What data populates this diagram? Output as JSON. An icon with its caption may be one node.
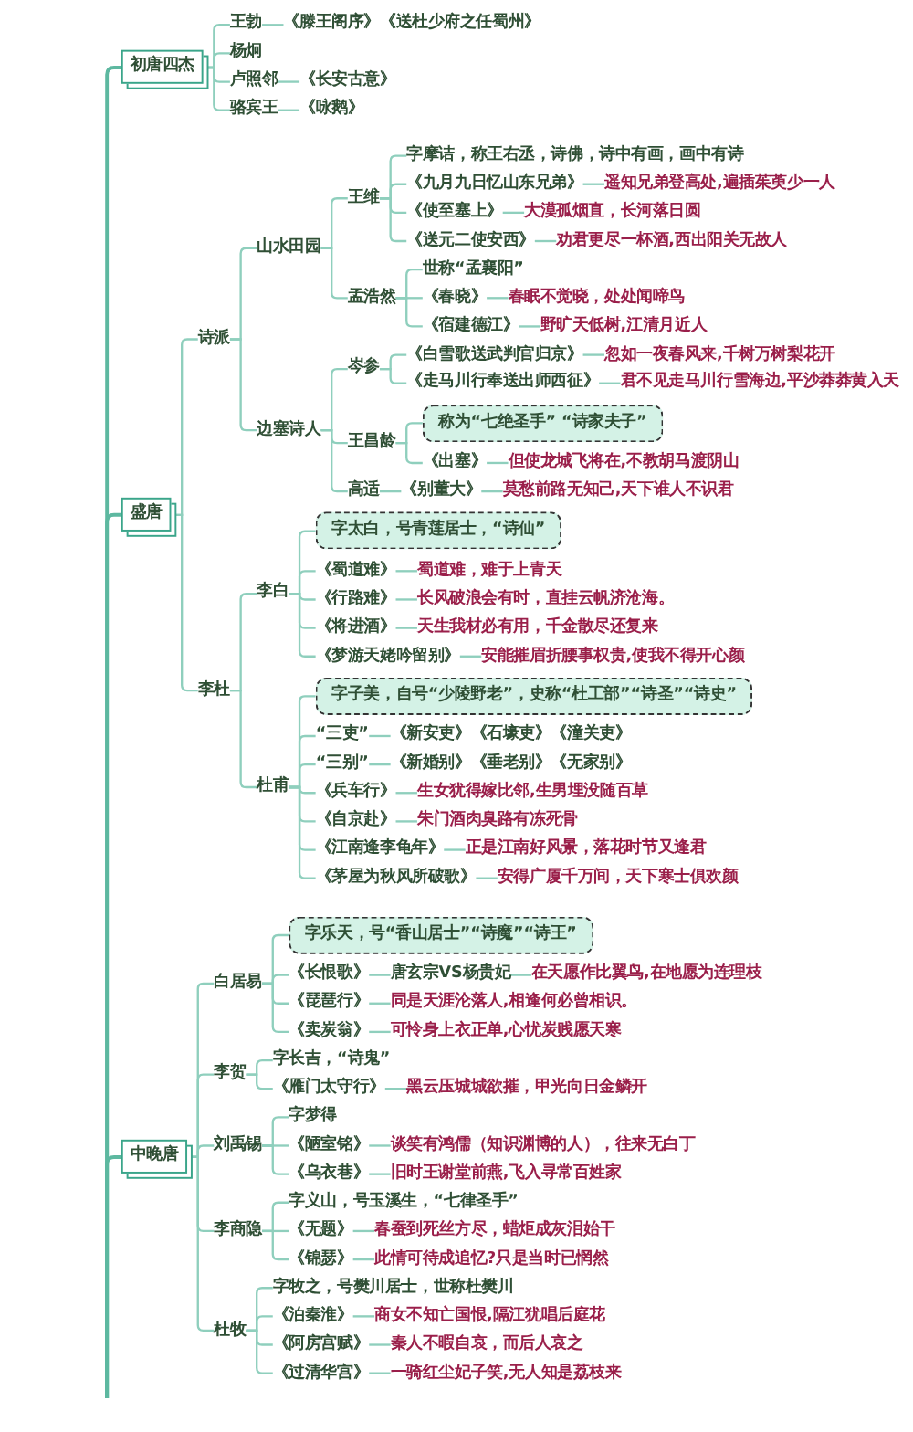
{
  "diagram": {
    "nodes": [
      {
        "text": [
          "初唐四杰"
        ]
      },
      {
        "text": [
          "王勃"
        ]
      },
      {
        "text": [
          "《滕王阁序》《送杜少府之任蜀州》"
        ]
      },
      {
        "text": [
          "杨炯"
        ]
      },
      {
        "text": [
          "卢照邻"
        ]
      },
      {
        "text": [
          "《长安古意》"
        ]
      },
      {
        "text": [
          "骆宾王"
        ]
      },
      {
        "text": [
          "《咏鹅》"
        ]
      },
      {
        "text": [
          "盛唐"
        ]
      },
      {
        "text": [
          "诗派"
        ]
      },
      {
        "text": [
          "山水田园"
        ]
      },
      {
        "text": [
          "王维"
        ]
      },
      {
        "text": [
          "字摩诘，称王右丞，诗佛，诗中有画，画中有诗"
        ]
      },
      {
        "text": [
          "《九月九日忆山东兄弟》"
        ]
      },
      {
        "text": [
          "遥知兄弟登高处,遍插茱萸少一人"
        ]
      },
      {
        "text": [
          "《使至塞上》"
        ]
      },
      {
        "text": [
          "大漠孤烟直，长河落日圆"
        ]
      },
      {
        "text": [
          "《送元二使安西》"
        ]
      },
      {
        "text": [
          "劝君更尽一杯酒,西出阳关无故人"
        ]
      },
      {
        "text": [
          "孟浩然"
        ]
      },
      {
        "text": [
          "世称“孟襄阳”"
        ]
      },
      {
        "text": [
          "《春晓》"
        ]
      },
      {
        "text": [
          "春眠不觉晓，处处闻啼鸟"
        ]
      },
      {
        "text": [
          "《宿建德江》"
        ]
      },
      {
        "text": [
          "野旷天低树,江清月近人"
        ]
      },
      {
        "text": [
          "边塞诗人"
        ]
      },
      {
        "text": [
          "岑参"
        ]
      },
      {
        "text": [
          "《白雪歌送武判官归京》"
        ]
      },
      {
        "text": [
          "忽如一夜春风来,千树万树梨花开"
        ]
      },
      {
        "text": [
          "《走马川行奉送出师西征》"
        ]
      },
      {
        "text": [
          "君不见走马川行雪海边,平沙莽莽黄入天"
        ]
      },
      {
        "text": [
          "王昌龄"
        ]
      },
      {
        "text": [
          "称为“七绝圣手” “诗家夫子”"
        ]
      },
      {
        "text": [
          "《出塞》"
        ]
      },
      {
        "text": [
          "但使龙城飞将在,不教胡马渡阴山"
        ]
      },
      {
        "text": [
          "高适"
        ]
      },
      {
        "text": [
          "《别董大》"
        ]
      },
      {
        "text": [
          "莫愁前路无知己,天下谁人不识君"
        ]
      },
      {
        "text": [
          "李杜"
        ]
      },
      {
        "text": [
          "李白"
        ]
      },
      {
        "text": [
          "字太白，号青莲居士，“诗仙”"
        ]
      },
      {
        "text": [
          "《蜀道难》"
        ]
      },
      {
        "text": [
          "蜀道难，难于上青天"
        ]
      },
      {
        "text": [
          "《行路难》"
        ]
      },
      {
        "text": [
          "长风破浪会有时，直挂云帆济沧海。"
        ]
      },
      {
        "text": [
          "《将进酒》"
        ]
      },
      {
        "text": [
          "天生我材必有用，千金散尽还复来"
        ]
      },
      {
        "text": [
          "《梦游天姥吟留别》"
        ]
      },
      {
        "text": [
          "安能摧眉折腰事权贵,使我不得开心颜"
        ]
      },
      {
        "text": [
          "杜甫"
        ]
      },
      {
        "text": [
          "字子美，自号“少陵野老”，史称“杜工部”“诗圣”“诗史”"
        ]
      },
      {
        "text": [
          "“三吏”"
        ]
      },
      {
        "text": [
          "《新安吏》《石壕吏》《潼关吏》"
        ]
      },
      {
        "text": [
          "“三别”"
        ]
      },
      {
        "text": [
          "《新婚别》《垂老别》《无家别》"
        ]
      },
      {
        "text": [
          "《兵车行》"
        ]
      },
      {
        "text": [
          "生女犹得嫁比邻,生男埋没随百草"
        ]
      },
      {
        "text": [
          "《自京赴》"
        ]
      },
      {
        "text": [
          "朱门酒肉臭路有冻死骨"
        ]
      },
      {
        "text": [
          "《江南逢李龟年》"
        ]
      },
      {
        "text": [
          "正是江南好风景，落花时节又逢君"
        ]
      },
      {
        "text": [
          "《茅屋为秋风所破歌》"
        ]
      },
      {
        "text": [
          "安得广厦千万间，天下寒士俱欢颜"
        ]
      },
      {
        "text": [
          "中晚唐"
        ]
      },
      {
        "text": [
          "白居易"
        ]
      },
      {
        "text": [
          "字乐天，号“香山居士”“诗魔”“诗王”"
        ]
      },
      {
        "text": [
          "《长恨歌》"
        ]
      },
      {
        "text": [
          "唐玄宗VS杨贵妃"
        ]
      },
      {
        "text": [
          "在天愿作比翼鸟,在地愿为连理枝"
        ]
      },
      {
        "text": [
          "《琵琶行》"
        ]
      },
      {
        "text": [
          "同是天涯沦落人,相逢何必曾相识。"
        ]
      },
      {
        "text": [
          "《卖炭翁》"
        ]
      },
      {
        "text": [
          "可怜身上衣正单,心忧炭贱愿天寒"
        ]
      },
      {
        "text": [
          "李贺"
        ]
      },
      {
        "text": [
          "字长吉，“诗鬼”"
        ]
      },
      {
        "text": [
          "《雁门太守行》"
        ]
      },
      {
        "text": [
          "黑云压城城欲摧，甲光向日金鳞开"
        ]
      },
      {
        "text": [
          "刘禹锡"
        ]
      },
      {
        "text": [
          "字梦得"
        ]
      },
      {
        "text": [
          "《陋室铭》"
        ]
      },
      {
        "text": [
          "谈笑有鸿儒（知识渊博的人），往来无白丁"
        ]
      },
      {
        "text": [
          "《乌衣巷》"
        ]
      },
      {
        "text": [
          "旧时王谢堂前燕,飞入寻常百姓家"
        ]
      },
      {
        "text": [
          "李商隐"
        ]
      },
      {
        "text": [
          "字义山，号玉溪生，“七律圣手”"
        ]
      },
      {
        "text": [
          "《无题》"
        ]
      },
      {
        "text": [
          "春蚕到死丝方尽，蜡炬成灰泪始干"
        ]
      },
      {
        "text": [
          "《锦瑟》"
        ]
      },
      {
        "text": [
          "此情可待成追忆?只是当时已惘然"
        ]
      },
      {
        "text": [
          "杜牧"
        ]
      },
      {
        "text": [
          "字牧之，号樊川居士，世称杜樊川"
        ]
      },
      {
        "text": [
          "《泊秦淮》"
        ]
      },
      {
        "text": [
          "商女不知亡国恨,隔江犹唱后庭花"
        ]
      },
      {
        "text": [
          "《阿房宫赋》"
        ]
      },
      {
        "text": [
          "秦人不暇自哀，而后人哀之"
        ]
      },
      {
        "text": [
          "《过清华宫》"
        ]
      },
      {
        "text": [
          "一骑红尘妃子笑,无人知是荔枝来"
        ]
      }
    ],
    "edges": [
      {
        "from": null,
        "to": 0,
        "arrow": "none"
      },
      {
        "from": 0,
        "to": 1,
        "arrow": "none"
      },
      {
        "from": 1,
        "to": 2,
        "arrow": "none"
      },
      {
        "from": 0,
        "to": 3,
        "arrow": "none"
      },
      {
        "from": 0,
        "to": 4,
        "arrow": "none"
      },
      {
        "from": 4,
        "to": 5,
        "arrow": "none"
      },
      {
        "from": 0,
        "to": 6,
        "arrow": "none"
      },
      {
        "from": 6,
        "to": 7,
        "arrow": "none"
      },
      {
        "from": null,
        "to": 8,
        "arrow": "none"
      },
      {
        "from": 8,
        "to": 9,
        "arrow": "none"
      },
      {
        "from": 9,
        "to": 10,
        "arrow": "none"
      },
      {
        "from": 10,
        "to": 11,
        "arrow": "none"
      },
      {
        "from": 11,
        "to": 12,
        "arrow": "none"
      },
      {
        "from": 11,
        "to": 13,
        "arrow": "none"
      },
      {
        "from": 13,
        "to": 14,
        "arrow": "none"
      },
      {
        "from": 11,
        "to": 15,
        "arrow": "none"
      },
      {
        "from": 15,
        "to": 16,
        "arrow": "none"
      },
      {
        "from": 11,
        "to": 17,
        "arrow": "none"
      },
      {
        "from": 17,
        "to": 18,
        "arrow": "none"
      },
      {
        "from": 10,
        "to": 19,
        "arrow": "none"
      },
      {
        "from": 19,
        "to": 20,
        "arrow": "none"
      },
      {
        "from": 19,
        "to": 21,
        "arrow": "none"
      },
      {
        "from": 21,
        "to": 22,
        "arrow": "none"
      },
      {
        "from": 19,
        "to": 23,
        "arrow": "none"
      },
      {
        "from": 23,
        "to": 24,
        "arrow": "none"
      },
      {
        "from": 9,
        "to": 25,
        "arrow": "none"
      },
      {
        "from": 25,
        "to": 26,
        "arrow": "none"
      },
      {
        "from": 26,
        "to": 27,
        "arrow": "none"
      },
      {
        "from": 27,
        "to": 28,
        "arrow": "none"
      },
      {
        "from": 26,
        "to": 29,
        "arrow": "none"
      },
      {
        "from": 29,
        "to": 30,
        "arrow": "none"
      },
      {
        "from": 25,
        "to": 31,
        "arrow": "none"
      },
      {
        "from": 31,
        "to": 32,
        "arrow": "none"
      },
      {
        "from": 31,
        "to": 33,
        "arrow": "none"
      },
      {
        "from": 33,
        "to": 34,
        "arrow": "none"
      },
      {
        "from": 25,
        "to": 35,
        "arrow": "none"
      },
      {
        "from": 35,
        "to": 36,
        "arrow": "none"
      },
      {
        "from": 36,
        "to": 37,
        "arrow": "none"
      },
      {
        "from": 8,
        "to": 38,
        "arrow": "none"
      },
      {
        "from": 38,
        "to": 39,
        "arrow": "none"
      },
      {
        "from": 39,
        "to": 40,
        "arrow": "none"
      },
      {
        "from": 39,
        "to": 41,
        "arrow": "none"
      },
      {
        "from": 41,
        "to": 42,
        "arrow": "none"
      },
      {
        "from": 39,
        "to": 43,
        "arrow": "none"
      },
      {
        "from": 43,
        "to": 44,
        "arrow": "none"
      },
      {
        "from": 39,
        "to": 45,
        "arrow": "none"
      },
      {
        "from": 45,
        "to": 46,
        "arrow": "none"
      },
      {
        "from": 39,
        "to": 47,
        "arrow": "none"
      },
      {
        "from": 47,
        "to": 48,
        "arrow": "none"
      },
      {
        "from": 38,
        "to": 49,
        "arrow": "none"
      },
      {
        "from": 49,
        "to": 50,
        "arrow": "none"
      },
      {
        "from": 49,
        "to": 51,
        "arrow": "none"
      },
      {
        "from": 51,
        "to": 52,
        "arrow": "none"
      },
      {
        "from": 49,
        "to": 53,
        "arrow": "none"
      },
      {
        "from": 53,
        "to": 54,
        "arrow": "none"
      },
      {
        "from": 49,
        "to": 55,
        "arrow": "none"
      },
      {
        "from": 55,
        "to": 56,
        "arrow": "none"
      },
      {
        "from": 49,
        "to": 57,
        "arrow": "none"
      },
      {
        "from": 57,
        "to": 58,
        "arrow": "none"
      },
      {
        "from": 49,
        "to": 59,
        "arrow": "none"
      },
      {
        "from": 59,
        "to": 60,
        "arrow": "none"
      },
      {
        "from": 49,
        "to": 61,
        "arrow": "none"
      },
      {
        "from": 61,
        "to": 62,
        "arrow": "none"
      },
      {
        "from": null,
        "to": 63,
        "arrow": "none"
      },
      {
        "from": 63,
        "to": 64,
        "arrow": "none"
      },
      {
        "from": 64,
        "to": 65,
        "arrow": "none"
      },
      {
        "from": 64,
        "to": 66,
        "arrow": "none"
      },
      {
        "from": 66,
        "to": 67,
        "arrow": "none"
      },
      {
        "from": 67,
        "to": 68,
        "arrow": "none"
      },
      {
        "from": 64,
        "to": 69,
        "arrow": "none"
      },
      {
        "from": 69,
        "to": 70,
        "arrow": "none"
      },
      {
        "from": 64,
        "to": 71,
        "arrow": "none"
      },
      {
        "from": 71,
        "to": 72,
        "arrow": "none"
      },
      {
        "from": 63,
        "to": 73,
        "arrow": "none"
      },
      {
        "from": 73,
        "to": 74,
        "arrow": "none"
      },
      {
        "from": 73,
        "to": 75,
        "arrow": "none"
      },
      {
        "from": 75,
        "to": 76,
        "arrow": "none"
      },
      {
        "from": 63,
        "to": 77,
        "arrow": "none"
      },
      {
        "from": 77,
        "to": 78,
        "arrow": "none"
      },
      {
        "from": 77,
        "to": 79,
        "arrow": "none"
      },
      {
        "from": 79,
        "to": 80,
        "arrow": "none"
      },
      {
        "from": 77,
        "to": 81,
        "arrow": "none"
      },
      {
        "from": 81,
        "to": 82,
        "arrow": "none"
      },
      {
        "from": 63,
        "to": 83,
        "arrow": "none"
      },
      {
        "from": 83,
        "to": 84,
        "arrow": "none"
      },
      {
        "from": 83,
        "to": 85,
        "arrow": "none"
      },
      {
        "from": 85,
        "to": 86,
        "arrow": "none"
      },
      {
        "from": 83,
        "to": 87,
        "arrow": "none"
      },
      {
        "from": 87,
        "to": 88,
        "arrow": "none"
      },
      {
        "from": 63,
        "to": 89,
        "arrow": "none"
      },
      {
        "from": 89,
        "to": 90,
        "arrow": "none"
      },
      {
        "from": 89,
        "to": 91,
        "arrow": "none"
      },
      {
        "from": 91,
        "to": 92,
        "arrow": "none"
      },
      {
        "from": 89,
        "to": 93,
        "arrow": "none"
      },
      {
        "from": 93,
        "to": 94,
        "arrow": "none"
      },
      {
        "from": 89,
        "to": 95,
        "arrow": "none"
      },
      {
        "from": 95,
        "to": 96,
        "arrow": "none"
      }
    ]
  }
}
